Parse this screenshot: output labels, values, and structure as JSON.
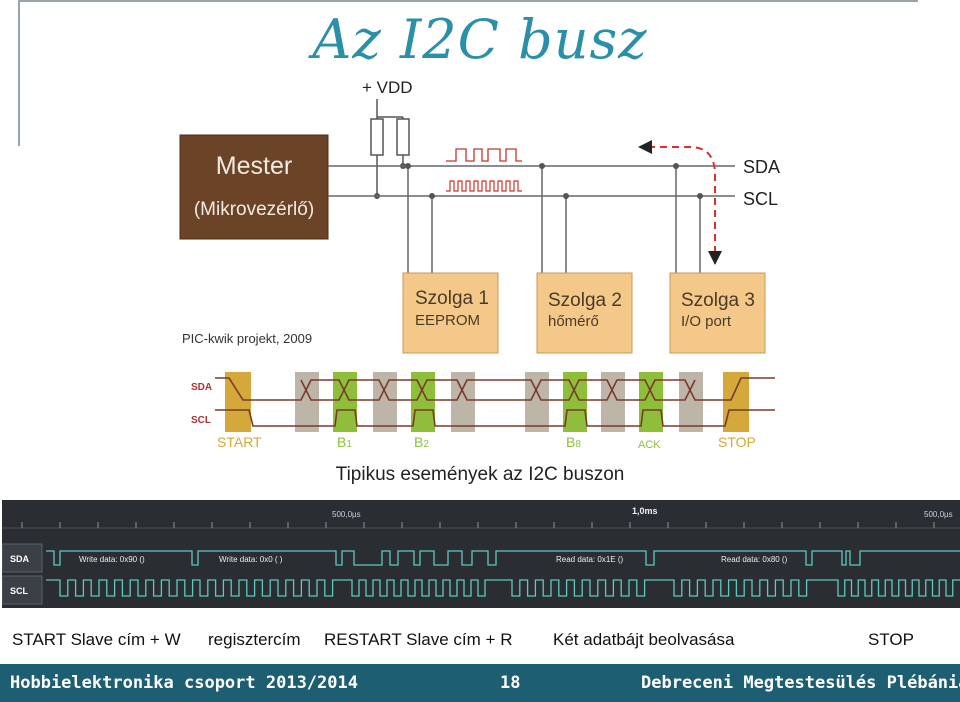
{
  "slide": {
    "title": "Az I2C busz",
    "caption": "Tipikus események az I2C buszon"
  },
  "circuit": {
    "vdd_label": "+ VDD",
    "master_title": "Mester",
    "master_subtitle": "(Mikrovezérlő)",
    "sda_label": "SDA",
    "scl_label": "SCL",
    "credit": "PIC-kwik projekt, 2009",
    "slaves": [
      {
        "name": "Szolga 1",
        "desc": "EEPROM"
      },
      {
        "name": "Szolga 2",
        "desc": "hőmérő"
      },
      {
        "name": "Szolga 3",
        "desc": "I/O port"
      }
    ]
  },
  "timing": {
    "sda_label": "SDA",
    "scl_label": "SCL",
    "start_label": "START",
    "stop_label": "STOP",
    "b1_label": "B",
    "b1_sub": "1",
    "b2_label": "B",
    "b2_sub": "2",
    "b8_label": "B",
    "b8_sub": "8",
    "ack_label": "ACK",
    "colors": {
      "start_stop": "#d4a83a",
      "bit": "#8fbf3a",
      "gap": "#bdb5a8",
      "trace": "#7a3a2a"
    }
  },
  "logic_analyzer": {
    "time_marks": [
      "500,0µs",
      "1,0ms",
      "500,0µs"
    ],
    "sda_label": "SDA",
    "scl_label": "SCL",
    "annotations": [
      "Write data: 0x90 ()",
      "Write data: 0x0 ( )",
      "Read data: 0x1E ()",
      "Read data: 0x80 ()"
    ],
    "colors": {
      "background": "#2a2e33",
      "trace": "#5ec8c0"
    }
  },
  "legend": {
    "item1": "START Slave cím + W",
    "item2": "regisztercím",
    "item3": "RESTART Slave cím + R",
    "item4": "Két adatbájt beolvasása",
    "item5": "STOP"
  },
  "footer": {
    "left": "Hobbielektronika csoport 2013/2014",
    "page": "18",
    "right": "Debreceni Megtestesülés Plébánia"
  }
}
